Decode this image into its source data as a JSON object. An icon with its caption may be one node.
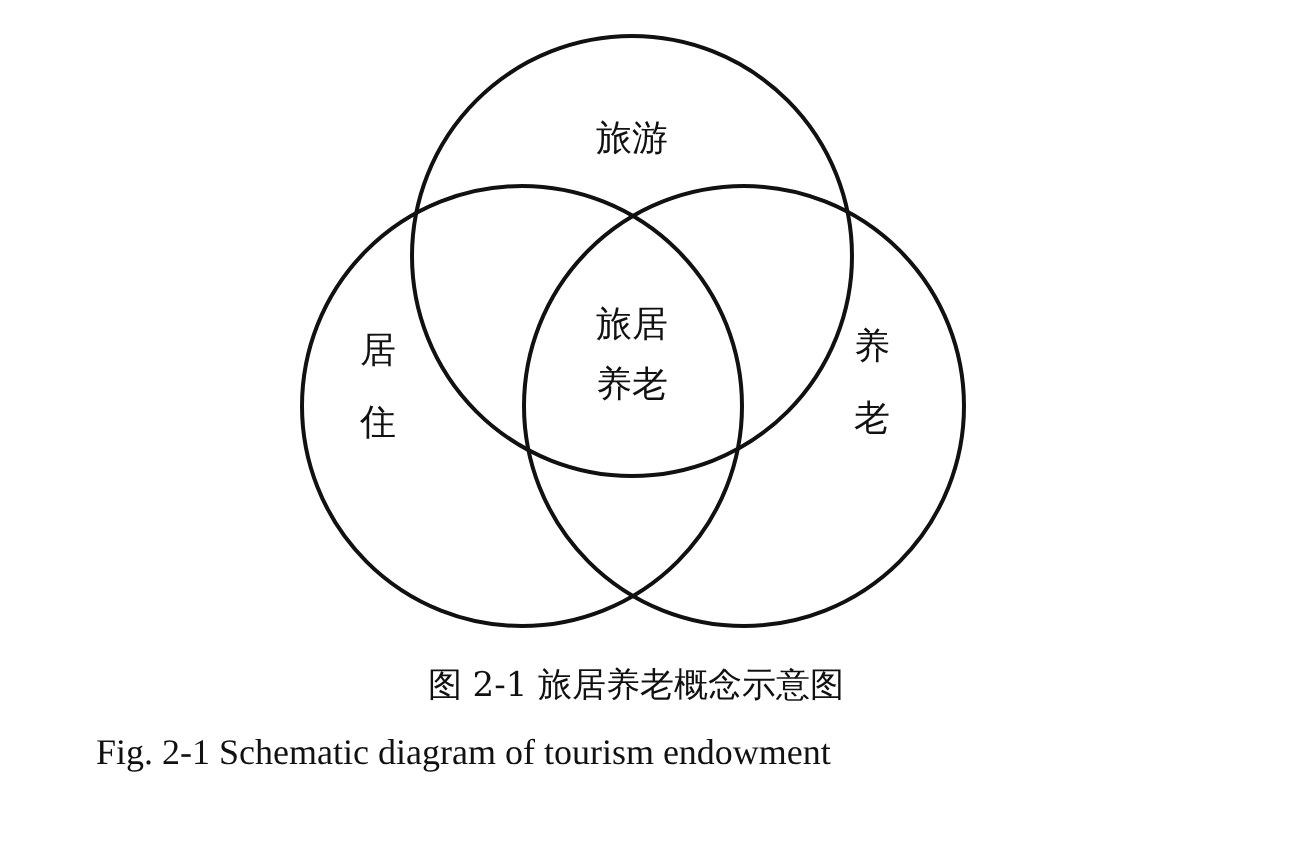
{
  "diagram": {
    "caption": "图 2-1 旅居养老概念示意图",
    "nodes": [
      {
        "text": [
          "旅游"
        ]
      },
      {
        "text": [
          "居住"
        ]
      },
      {
        "text": [
          "养老"
        ]
      }
    ],
    "labels": [
      "旅居养老",
      "Fig. 2-1 Schematic diagram of tourism endowment"
    ]
  }
}
